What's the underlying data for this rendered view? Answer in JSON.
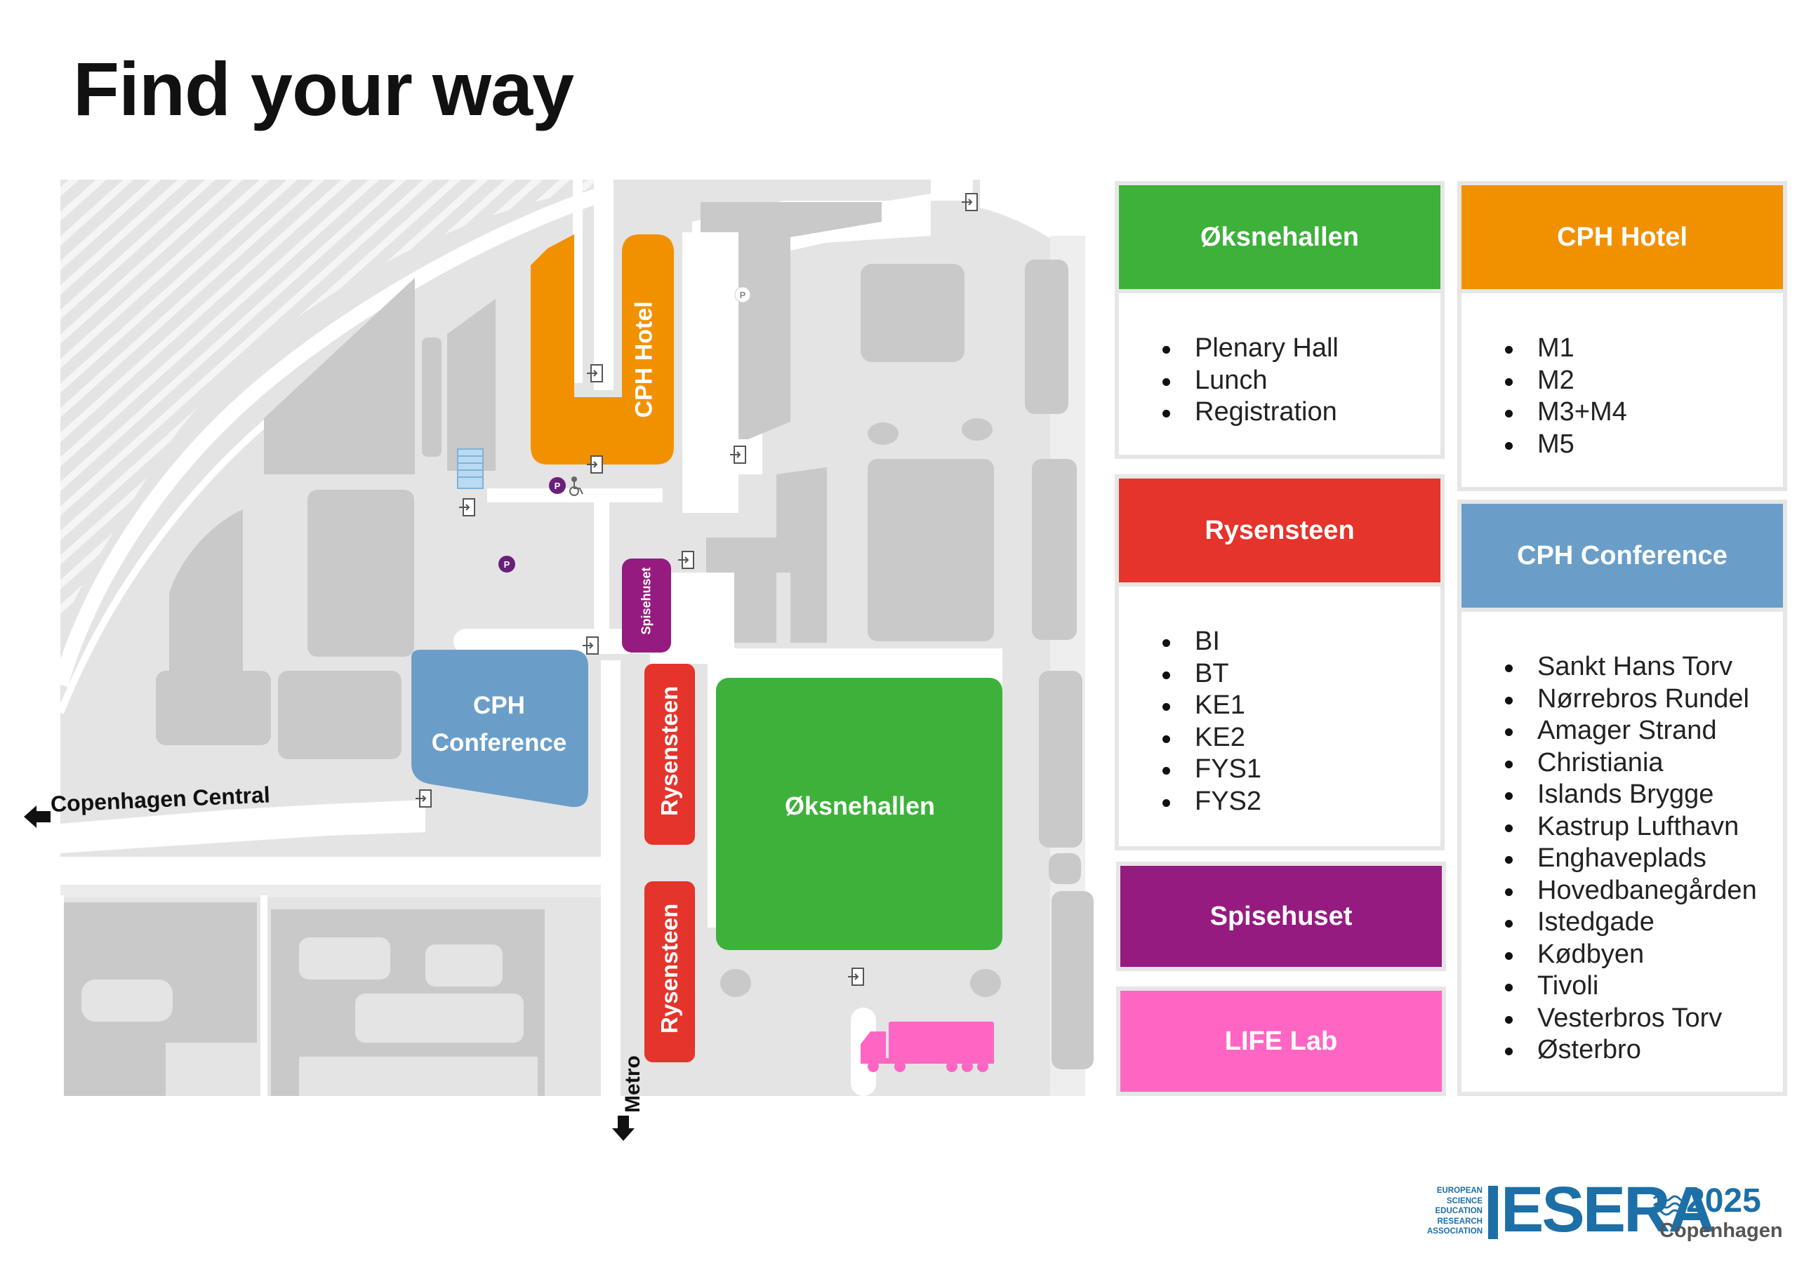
{
  "title": "Find your way",
  "map": {
    "labels": {
      "cph_hotel": "CPH Hotel",
      "spisehuset": "Spisehuset",
      "cph_conference_line1": "CPH",
      "cph_conference_line2": "Conference",
      "rysensteen": "Rysensteen",
      "oksnehallen": "Øksnehallen",
      "copenhagen_central": "Copenhagen Central",
      "metro": "Metro",
      "parking": "P"
    },
    "icons": [
      "entrance-icon",
      "parking-icon",
      "wheelchair-icon",
      "truck-icon",
      "arrow-left-icon",
      "arrow-down-icon"
    ]
  },
  "legend": {
    "oksnehallen": {
      "name": "Øksnehallen",
      "color": "#3db13a",
      "rooms": [
        "Plenary Hall",
        "Lunch",
        "Registration"
      ]
    },
    "cph_hotel": {
      "name": "CPH Hotel",
      "color": "#f29100",
      "rooms": [
        "M1",
        "M2",
        "M3+M4",
        "M5"
      ]
    },
    "rysensteen": {
      "name": "Rysensteen",
      "color": "#e4342b",
      "rooms": [
        "BI",
        "BT",
        "KE1",
        "KE2",
        "FYS1",
        "FYS2"
      ]
    },
    "cph_conference": {
      "name": "CPH Conference",
      "color": "#6a9ec8",
      "rooms": [
        "Sankt Hans Torv",
        "Nørrebros Rundel",
        "Amager Strand",
        "Christiania",
        "Islands Brygge",
        "Kastrup Lufthavn",
        "Enghaveplads",
        "Hovedbanegården",
        "Istedgade",
        "Kødbyen",
        "Tivoli",
        "Vesterbros Torv",
        "Østerbro"
      ]
    },
    "spisehuset": {
      "name": "Spisehuset",
      "color": "#951b81"
    },
    "life_lab": {
      "name": "LIFE Lab",
      "color": "#ff66c4"
    }
  },
  "logo": {
    "small_lines": [
      "EUROPEAN",
      "SCIENCE",
      "EDUCATION",
      "RESEARCH",
      "ASSOCIATION"
    ],
    "name": "ESERA",
    "year": "2025",
    "city": "Copenhagen"
  }
}
